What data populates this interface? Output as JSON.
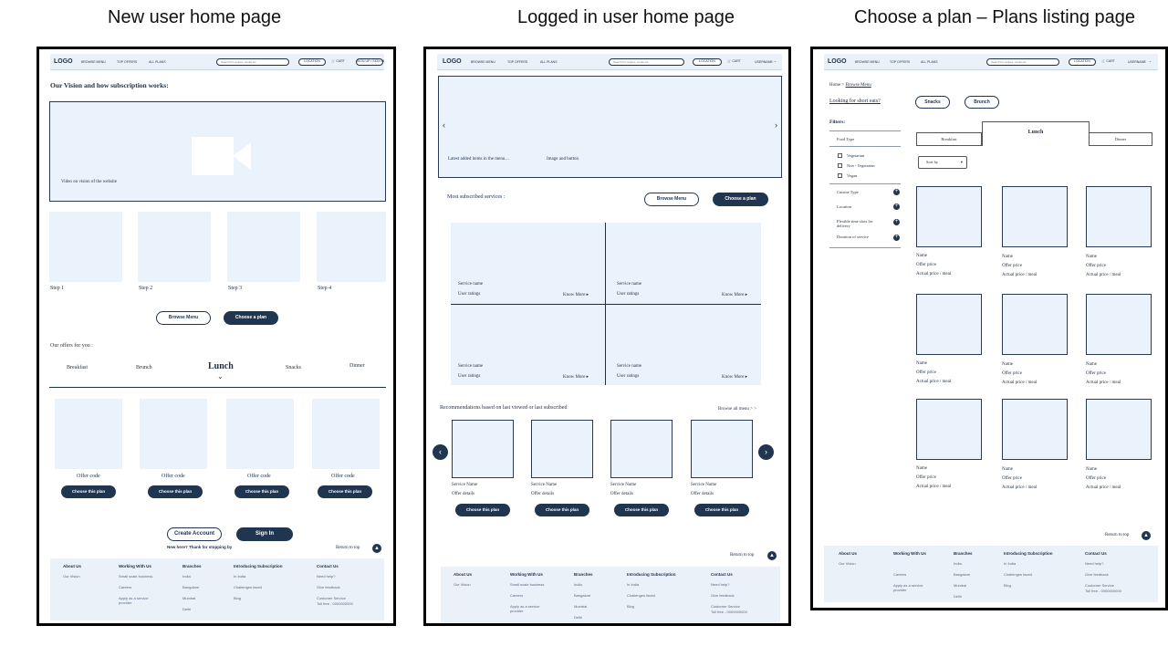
{
  "captions": {
    "new_user": "New user home page",
    "logged_in": "Logged in user home page",
    "plans": "Choose a plan – Plans listing page"
  },
  "nav": {
    "logo": "LOGO",
    "browse_menu": "BROWSE MENU",
    "top_offers": "TOP OFFERS",
    "all_plans": "ALL PLANS",
    "search_placeholder": "Search for recipes, cooks etc",
    "location": "LOCATION",
    "cart": "CART",
    "signin": "SIGN UP / SIGN IN",
    "username": "USERNAME"
  },
  "new_user": {
    "vision_title": "Our Vision and how subscription works:",
    "video_caption": "Video on vision of the website",
    "steps": [
      "Step 1",
      "Step 2",
      "Step 3",
      "Step 4"
    ],
    "browse_menu_btn": "Browse Menu",
    "choose_plan_btn": "Choose a plan",
    "offers_title": "Our offers for you :",
    "meal_tabs": [
      "Breakfast",
      "Brunch",
      "Lunch",
      "Snacks",
      "Dinner"
    ],
    "offer_code": "Offer code",
    "choose_this_plan": "Choose this plan",
    "create_account": "Create Account",
    "sign_in": "Sign In",
    "thanks": "New here? Thank for stopping by",
    "return_top": "Return to top"
  },
  "logged_in": {
    "carousel_left": "Latest added items in the menu…",
    "carousel_right": "Image and button",
    "most_subscribed": "Most subscribed services :",
    "browse_menu_btn": "Browse Menu",
    "choose_plan_btn": "Choose a plan",
    "service_name": "Service name",
    "user_ratings": "User ratings",
    "know_more": "Know More",
    "recommendations": "Recommendations based on last viewed or last subscribed",
    "browse_all": "Browse all menu > >",
    "rec_name": "Service Name",
    "rec_offer": "Offer details",
    "choose_this_plan": "Choose this plan",
    "return_top": "Return to top"
  },
  "plans": {
    "breadcrumb_home": "Home",
    "breadcrumb_sep": ">",
    "breadcrumb_current": "Browse Menu",
    "short_eats": "Looking for short eats?",
    "chip_snacks": "Snacks",
    "chip_brunch": "Brunch",
    "filters": "Filters:",
    "food_type": "Food Type",
    "veg": "Vegetarian",
    "nonveg": "Non - Vegetarian",
    "vegan": "Vegan",
    "cuisine": "Cuisine Type",
    "location": "Location",
    "flexible": "Flexible time slots for delivery",
    "duration": "Duration of service",
    "tab_breakfast": "Breakfast",
    "tab_lunch": "Lunch",
    "tab_dinner": "Dinner",
    "sort_by": "Sort by",
    "card_name": "Name",
    "card_offer": "Offer price",
    "card_actual": "Actual price / meal",
    "return_top": "Return to top"
  },
  "footer": {
    "about": "About Us",
    "our_vision": "Our Vision",
    "working": "Working With Us",
    "small_biz": "Small scale business",
    "careers": "Careers",
    "apply": "Apply as a service provider",
    "branches": "Branches",
    "india": "India",
    "bangalore": "Bangalore",
    "mumbai": "Mumbai",
    "delhi": "Delhi",
    "introducing": "Introducing Subscription",
    "in_india": "In India",
    "challenges": "Challenges faced",
    "blog": "Blog",
    "contact": "Contact Us",
    "need_help": "Need help?",
    "give_feedback": "Give feedback",
    "customer_service": "Customer Service",
    "toll_free": "Toll free - 0000000000"
  }
}
